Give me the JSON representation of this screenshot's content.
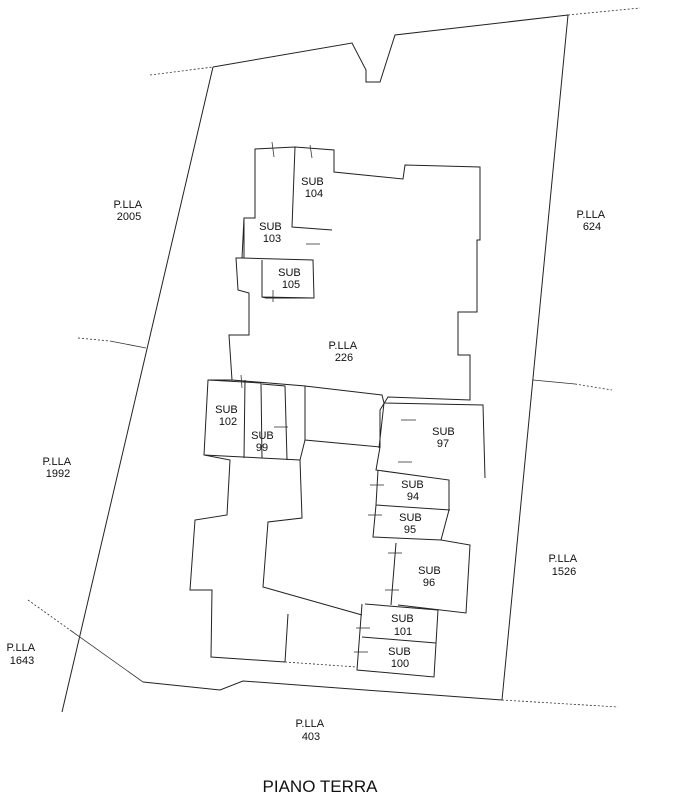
{
  "title": "PIANO TERRA",
  "main_parcel": {
    "line1": "P.LLA",
    "line2": "226"
  },
  "neighbors": [
    {
      "line1": "P.LLA",
      "line2": "2005"
    },
    {
      "line1": "P.LLA",
      "line2": "624"
    },
    {
      "line1": "P.LLA",
      "line2": "1992"
    },
    {
      "line1": "P.LLA",
      "line2": "1526"
    },
    {
      "line1": "P.LLA",
      "line2": "1643"
    },
    {
      "line1": "P.LLA",
      "line2": "403"
    }
  ],
  "units": [
    {
      "line1": "SUB",
      "line2": "104"
    },
    {
      "line1": "SUB",
      "line2": "103"
    },
    {
      "line1": "SUB",
      "line2": "105"
    },
    {
      "line1": "SUB",
      "line2": "102"
    },
    {
      "line1": "SUB",
      "line2": "99"
    },
    {
      "line1": "SUB",
      "line2": "97"
    },
    {
      "line1": "SUB",
      "line2": "94"
    },
    {
      "line1": "SUB",
      "line2": "95"
    },
    {
      "line1": "SUB",
      "line2": "96"
    },
    {
      "line1": "SUB",
      "line2": "101"
    },
    {
      "line1": "SUB",
      "line2": "100"
    }
  ]
}
